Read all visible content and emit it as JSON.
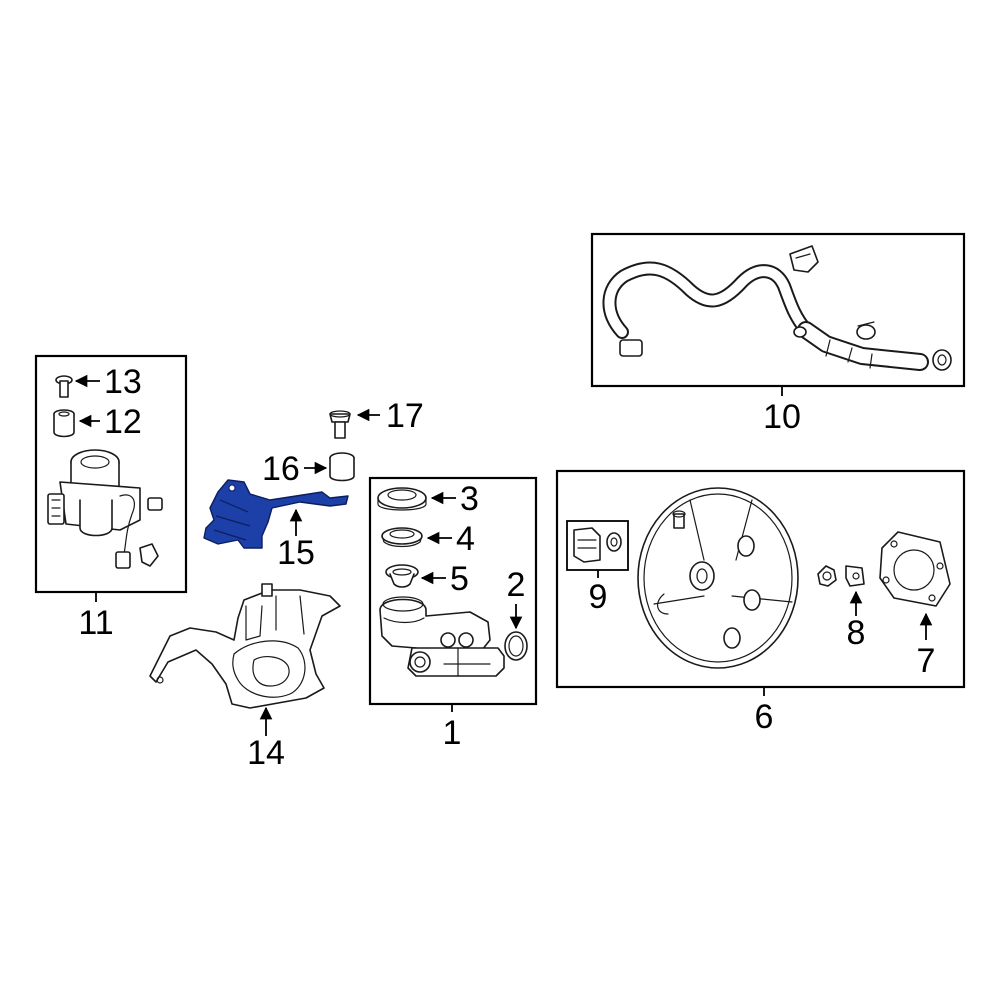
{
  "diagram": {
    "highlight_color": "#1d3fa8",
    "highlighted_part": "15",
    "callouts": {
      "c1": "1",
      "c2": "2",
      "c3": "3",
      "c4": "4",
      "c5": "5",
      "c6": "6",
      "c7": "7",
      "c8": "8",
      "c9": "9",
      "c10": "10",
      "c11": "11",
      "c12": "12",
      "c13": "13",
      "c14": "14",
      "c15": "15",
      "c16": "16",
      "c17": "17"
    }
  }
}
